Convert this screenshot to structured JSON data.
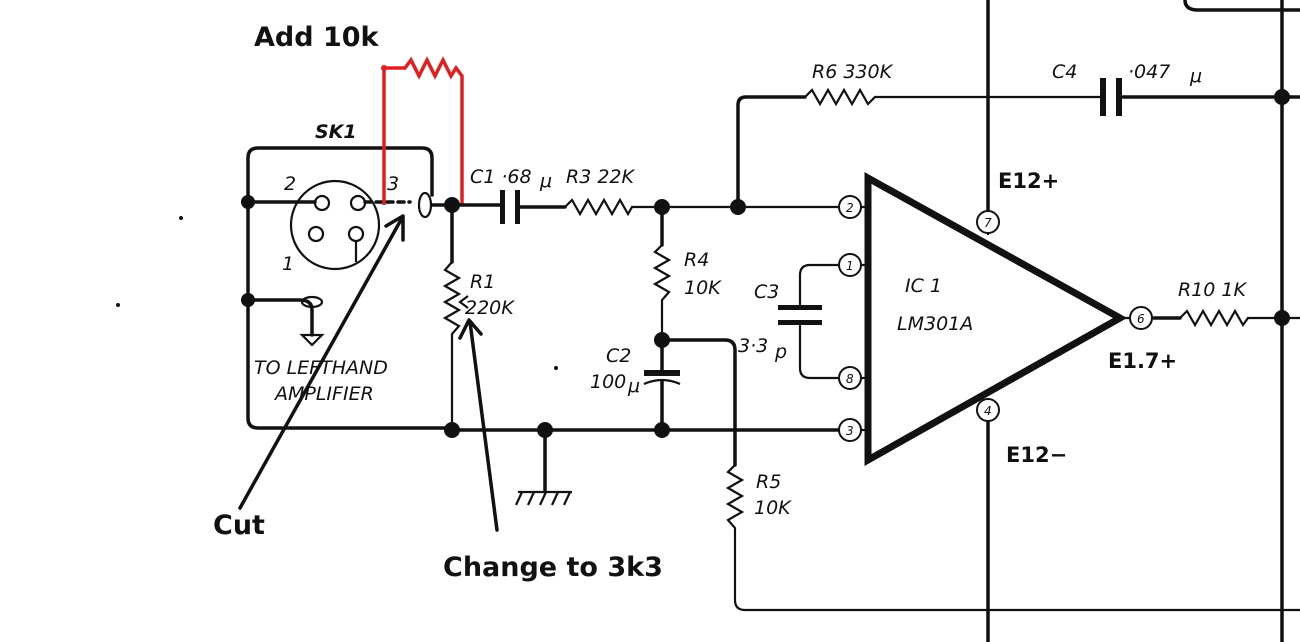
{
  "colors": {
    "ink": "#111111",
    "modification": "#e02020",
    "background": "#ffffff"
  },
  "annotations": {
    "add": "Add  10k",
    "cut": "Cut",
    "change": "Change to 3k3"
  },
  "components": {
    "sk1": "SK1",
    "sk1_pin_1": "1",
    "sk1_pin_2": "2",
    "sk1_pin_3": "3",
    "c1": "C1 ·68",
    "c1_unit": "μ",
    "r3": "R3 22K",
    "r6": "R6 330K",
    "c4": "C4",
    "c4_value": "·047",
    "c4_unit": "μ",
    "r1": "R1",
    "r1_value": "220K",
    "r4": "R4",
    "r4_value": "10K",
    "c2": "C2",
    "c2_value": "100",
    "c2_unit": "μ",
    "c3": "C3",
    "c3_value": "3·3",
    "c3_unit": "p",
    "r5": "R5",
    "r5_value": "10K",
    "r10": "R10 1K",
    "ic_ref": "IC 1",
    "ic_part": "LM301A"
  },
  "ic_pins": {
    "p1": "1",
    "p2": "2",
    "p3": "3",
    "p4": "4",
    "p6": "6",
    "p7": "7",
    "p8": "8"
  },
  "rails": {
    "e12_plus": "E12+",
    "e12_minus": "E12−",
    "e17_plus": "E1.7+"
  },
  "connector_label": {
    "line1": "TO LEFTHAND",
    "line2": "AMPLIFIER"
  }
}
